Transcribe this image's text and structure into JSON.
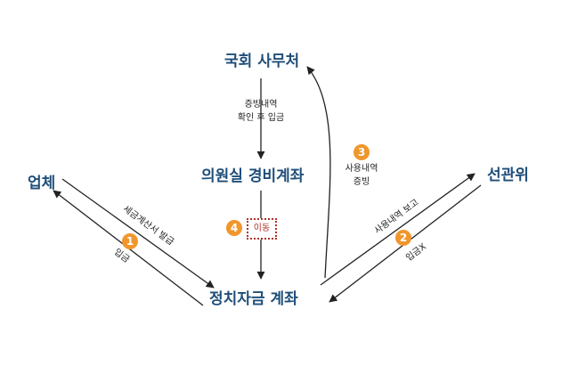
{
  "nodes": {
    "assembly": "국회 사무처",
    "office_account": "의원실 경비계좌",
    "company": "업체",
    "political_account": "정치자금 계좌",
    "election_commission": "선관위"
  },
  "edge_labels": {
    "proof_check": [
      "증빙내역",
      "확인 후 입금"
    ],
    "invoice": "세금계산서 발급",
    "deposit": "입금",
    "usage_report": [
      "사용내역",
      "증빙"
    ],
    "report": "사용내역 보고",
    "no_deposit": "입금X",
    "move": "이동"
  },
  "steps": {
    "s1": "1",
    "s2": "2",
    "s3": "3",
    "s4": "4"
  },
  "colors": {
    "node_text": "#1f4e79",
    "badge": "#f0962d",
    "move_box": "#b1322a",
    "arrow": "#222222"
  }
}
